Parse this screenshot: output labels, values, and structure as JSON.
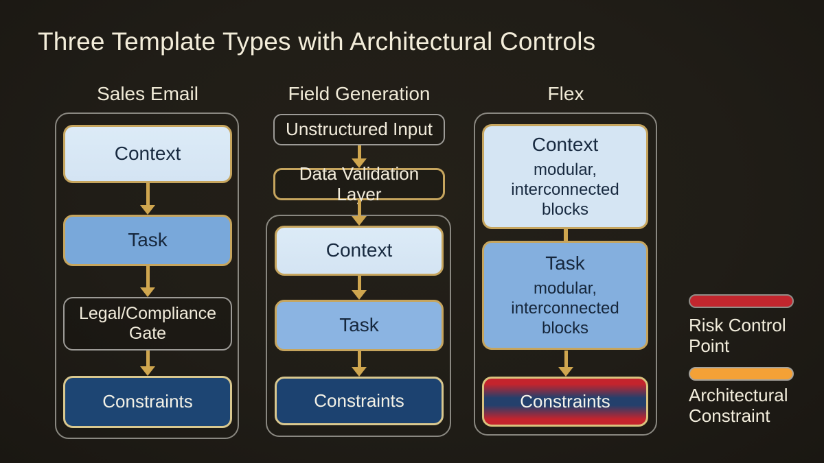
{
  "title": "Three Template Types with Architectural Controls",
  "columns": {
    "sales_email": {
      "heading": "Sales Email",
      "context": "Context",
      "task": "Task",
      "gate": "Legal/Compliance Gate",
      "constraints": "Constraints"
    },
    "field_generation": {
      "heading": "Field Generation",
      "unstructured_input": "Unstructured Input",
      "data_validation": "Data Validation Layer",
      "context": "Context",
      "task": "Task",
      "constraints": "Constraints"
    },
    "flex": {
      "heading": "Flex",
      "context_title": "Context",
      "context_sub": "modular, interconnected blocks",
      "task_title": "Task",
      "task_sub": "modular, interconnected blocks",
      "constraints": "Constraints"
    }
  },
  "legend": {
    "risk": {
      "label": "Risk Control Point",
      "color": "#c2262e"
    },
    "architectural": {
      "label": "Architectural Constraint",
      "color": "#f4a136"
    }
  },
  "colors": {
    "background": "#201d17",
    "title_text": "#f3edda",
    "arrow_gold": "#cfa64f",
    "box_border_gold": "#c6a55e",
    "container_border_gray": "#8a8881",
    "context_fill": "#d8e7f4",
    "task_fill": "#7fabde",
    "constraints_fill": "#1d4573",
    "risk_red": "#c4242d",
    "constraint_orange": "#f4a136"
  }
}
